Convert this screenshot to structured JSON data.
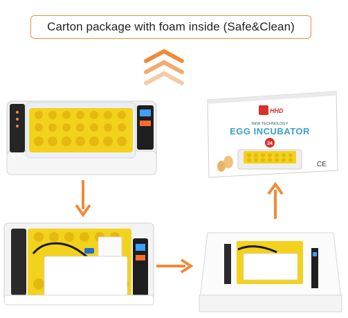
{
  "banner": {
    "text": "Carton package with foam inside (Safe&Clean)"
  },
  "box": {
    "brand": "HHD",
    "subtitle": "NEW TECHNOLOGY",
    "title": "EGG INCUBATOR",
    "capacity": "24",
    "mark": "CE"
  },
  "colors": {
    "accent": "#f08a3a",
    "chevron_light": "#f7c9a3",
    "egg_tray": "#f2d21c",
    "box_title": "#3aa0c8",
    "capacity_badge": "#d9302a"
  },
  "icons": [
    "chevron-up-icon",
    "arrow-down-icon",
    "arrow-right-icon",
    "arrow-up-icon"
  ]
}
